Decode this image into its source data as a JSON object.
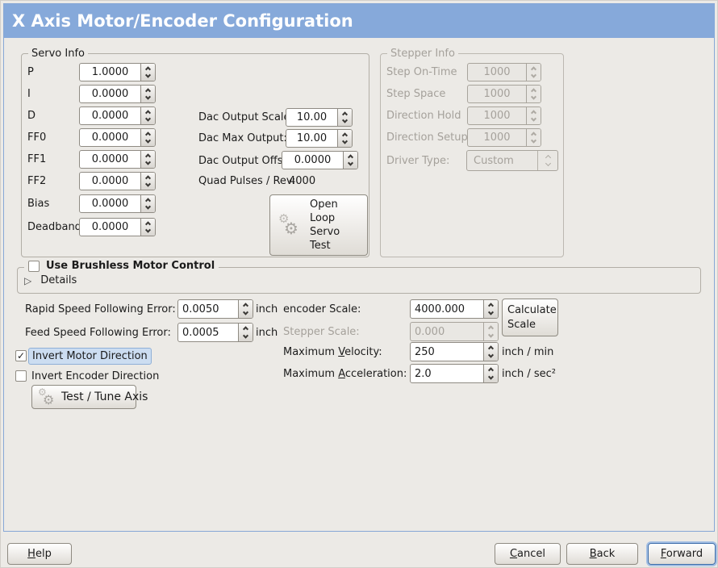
{
  "window": {
    "title": "X Axis Motor/Encoder Configuration"
  },
  "icons": {
    "gear": "⚙",
    "expander": "▷",
    "checkmark": "✓"
  },
  "servo_info": {
    "legend": "Servo Info",
    "fields": [
      {
        "label": "P",
        "value": "1.0000"
      },
      {
        "label": "I",
        "value": "0.0000"
      },
      {
        "label": "D",
        "value": "0.0000"
      },
      {
        "label": "FF0",
        "value": "0.0000"
      },
      {
        "label": "FF1",
        "value": "0.0000"
      },
      {
        "label": "FF2",
        "value": "0.0000"
      },
      {
        "label": "Bias",
        "value": "0.0000"
      },
      {
        "label": "Deadband",
        "value": "0.0000"
      }
    ],
    "dac": [
      {
        "label": "Dac Output Scale:",
        "value": "10.00"
      },
      {
        "label": "Dac Max Output:",
        "value": "10.00"
      },
      {
        "label": "Dac Output Offset:",
        "value": "0.0000"
      }
    ],
    "quad_label": "Quad Pulses / Rev:",
    "quad_value": "4000",
    "open_loop_button": "Open\nLoop\nServo\nTest"
  },
  "stepper_info": {
    "legend": "Stepper Info",
    "fields": [
      {
        "label": "Step On-Time",
        "value": "1000"
      },
      {
        "label": "Step Space",
        "value": "1000"
      },
      {
        "label": "Direction Hold",
        "value": "1000"
      },
      {
        "label": "Direction Setup",
        "value": "1000"
      }
    ],
    "driver_label": "Driver Type:",
    "driver_value": "Custom"
  },
  "brushless": {
    "label": "Use Brushless Motor Control",
    "checked": false,
    "details": "Details"
  },
  "errors": {
    "rapid_label": "Rapid Speed Following Error:",
    "rapid_value": "0.0050",
    "rapid_unit": "inch",
    "feed_label": "Feed Speed Following Error:",
    "feed_value": "0.0005",
    "feed_unit": "inch"
  },
  "direction": {
    "motor_label": "Invert Motor Direction",
    "motor_checked": true,
    "encoder_label": "Invert Encoder Direction",
    "encoder_checked": false,
    "test_button": "Test / Tune Axis"
  },
  "scaling": {
    "encoder_label": "encoder Scale:",
    "encoder_value": "4000.000",
    "stepper_label": "Stepper Scale:",
    "stepper_value": "0.000",
    "calc_button": "Calculate\nScale",
    "velocity_label": "Maximum _Velocity:",
    "velocity_value": "250",
    "velocity_unit": "inch / min",
    "accel_label": "Maximum _Acceleration:",
    "accel_value": "2.0",
    "accel_unit": "inch / sec²"
  },
  "actions": {
    "help": "_Help",
    "cancel": "_Cancel",
    "back": "_Back",
    "forward": "_Forward"
  }
}
